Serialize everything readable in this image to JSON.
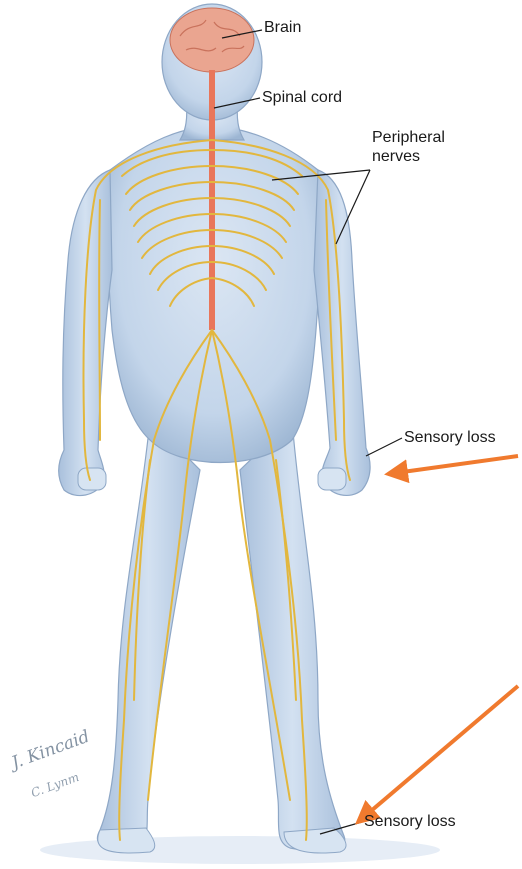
{
  "labels": {
    "brain": "Brain",
    "spinal_cord": "Spinal cord",
    "peripheral_nerves": "Peripheral\nnerves",
    "sensory_loss_hand": "Sensory loss",
    "sensory_loss_foot": "Sensory loss"
  },
  "signature": {
    "line1": "J. Kincaid",
    "line2": "C. Lynm"
  },
  "colors": {
    "background": "#ffffff",
    "body": "#c3d5ea",
    "body_shadow": "#8ea7c6",
    "nerve": "#e2b73e",
    "spinal_cord": "#e9765a",
    "brain": "#eaa590",
    "arrow": "#f07a2e",
    "leader": "#1a1a1a"
  }
}
